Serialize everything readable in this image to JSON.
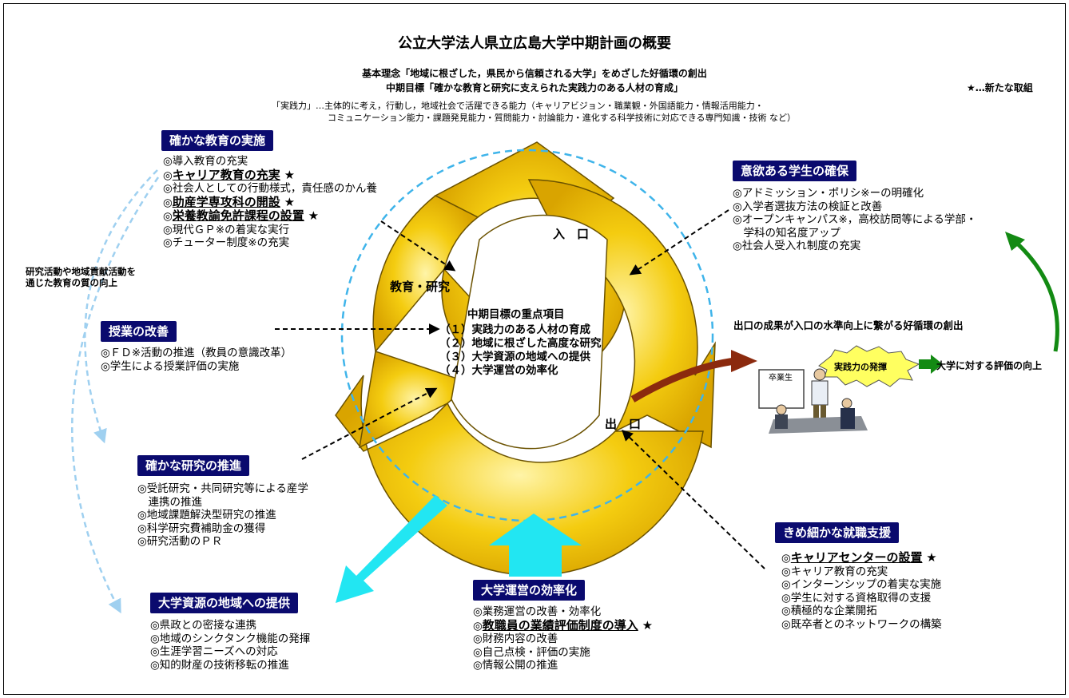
{
  "title": "公立大学法人県立広島大学中期計画の概要",
  "basic_idea": "基本理念「地域に根ざした，県民から信頼される大学」をめざした好循環の創出",
  "midterm_goal": "中期目標「確かな教育と研究に支えられた実践力のある人材の育成」",
  "new_mark": "★…新たな取組",
  "practical_def_line1": "「実践力」…主体的に考え，行動し，地域社会で活躍できる能力（キャリアビジョン・職業観・外国語能力・情報活用能力・",
  "practical_def_line2": "コミュニケーション能力・課題発見能力・質問能力・討論能力・進化する科学技術に対応できる専門知識・技術 など）",
  "education": {
    "header": "確かな教育の実施",
    "items": [
      {
        "text": "導入教育の充実",
        "emph": false,
        "star": false
      },
      {
        "text": "キャリア教育の充実",
        "emph": true,
        "star": true
      },
      {
        "text": "社会人としての行動様式，責任感のかん養",
        "emph": false,
        "star": false
      },
      {
        "text": "助産学専攻科の開設",
        "emph": true,
        "star": true
      },
      {
        "text": "栄養教諭免許課程の設置",
        "emph": true,
        "star": true
      },
      {
        "text": "現代ＧＰ※の着実な実行",
        "emph": false,
        "star": false
      },
      {
        "text": "チューター制度※の充実",
        "emph": false,
        "star": false
      }
    ]
  },
  "side_note_line1": "研究活動や地域貢献活動を",
  "side_note_line2": "通じた教育の質の向上",
  "lessons": {
    "header": "授業の改善",
    "items": [
      {
        "text": "ＦＤ※活動の推進（教員の意識改革）"
      },
      {
        "text": "学生による授業評価の実施"
      }
    ]
  },
  "research": {
    "header": "確かな研究の推進",
    "items": [
      {
        "text": "受託研究・共同研究等による産学"
      },
      {
        "text": "連携の推進",
        "indent": true
      },
      {
        "text": "地域課題解決型研究の推進"
      },
      {
        "text": "科学研究費補助金の獲得"
      },
      {
        "text": "研究活動のＰＲ"
      }
    ]
  },
  "community": {
    "header": "大学資源の地域への提供",
    "items": [
      {
        "text": "県政との密接な連携"
      },
      {
        "text": "地域のシンクタンク機能の発揮"
      },
      {
        "text": "生涯学習ニーズへの対応"
      },
      {
        "text": "知的財産の技術移転の推進"
      }
    ]
  },
  "management": {
    "header": "大学運営の効率化",
    "items": [
      {
        "text": "業務運営の改善・効率化",
        "emph": false,
        "star": false
      },
      {
        "text": "教職員の業績評価制度の導入",
        "emph": true,
        "star": true
      },
      {
        "text": "財務内容の改善",
        "emph": false,
        "star": false
      },
      {
        "text": "自己点検・評価の実施",
        "emph": false,
        "star": false
      },
      {
        "text": "情報公開の推進",
        "emph": false,
        "star": false
      }
    ]
  },
  "students": {
    "header": "意欲ある学生の確保",
    "items": [
      {
        "text": "アドミッション・ポリシ※ーの明確化"
      },
      {
        "text": "入学者選抜方法の検証と改善"
      },
      {
        "text": "オープンキャンパス※，高校訪問等による学部・"
      },
      {
        "text": "学科の知名度アップ",
        "indent": true
      },
      {
        "text": "社会人受入れ制度の充実"
      }
    ]
  },
  "career": {
    "header": "きめ細かな就職支援",
    "items": [
      {
        "text": "キャリアセンターの設置",
        "emph": true,
        "star": true
      },
      {
        "text": "キャリア教育の充実",
        "emph": false,
        "star": false
      },
      {
        "text": "インターンシップの着実な実施",
        "emph": false,
        "star": false
      },
      {
        "text": "学生に対する資格取得の支援",
        "emph": false,
        "star": false
      },
      {
        "text": "積極的な企業開拓",
        "emph": false,
        "star": false
      },
      {
        "text": "既卒者とのネットワークの構築",
        "emph": false,
        "star": false
      }
    ]
  },
  "cycle": {
    "entrance": "入　口",
    "edu_research": "教育・研究",
    "exit": "出　口",
    "center_title": "中期目標の重点項目",
    "center_items": [
      "（１）実践力のある人材の育成",
      "（２）地域に根ざした高度な研究",
      "（３）大学資源の地域への提供",
      "（４）大学運営の効率化"
    ]
  },
  "outcome_caption": "出口の成果が入口の水準向上に繋がる好循環の創出",
  "graduate_label": "卒業生",
  "practical_burst": "実践力の発揮",
  "evaluation": "大学に対する評価の向上",
  "bullet": "◎",
  "star": "★",
  "colors": {
    "header_bg": "#0a0a6e",
    "gear_fill": "#f2c200",
    "gear_stroke": "#6b5200",
    "dashed_circle": "#3fb4ea",
    "cyan_arrow": "#22e6f2",
    "brown_arrow": "#8b2a0e",
    "green_arrow": "#138a13",
    "burst_fill": "#ffff60",
    "side_arrow": "#9fd0f0"
  }
}
